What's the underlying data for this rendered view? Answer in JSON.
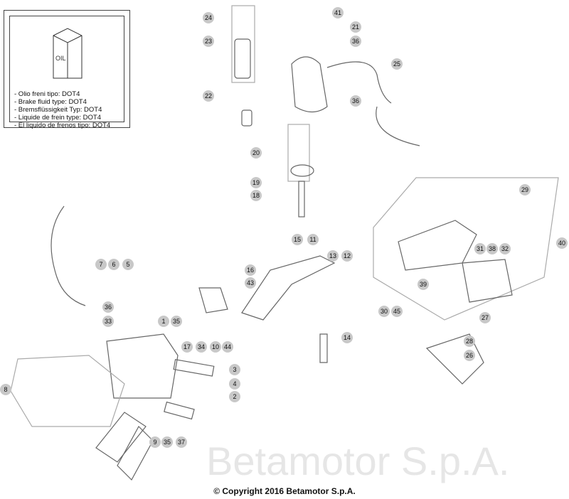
{
  "info_box": {
    "can_label": "OIL",
    "lines": [
      "- Olio freni tipo: DOT4",
      "- Brake fluid type: DOT4",
      "- Bremsflüssigkeit Typ: DOT4",
      "- Liquide de frein type: DOT4",
      "- El liquido de frenos tipo: DOT4"
    ]
  },
  "watermark": "Betamotor S.p.A.",
  "callouts": [
    "24",
    "23",
    "41",
    "21",
    "36",
    "25",
    "36",
    "22",
    "20",
    "19",
    "18",
    "15",
    "11",
    "13",
    "12",
    "16",
    "43",
    "7",
    "6",
    "5",
    "36",
    "33",
    "1",
    "35",
    "17",
    "34",
    "10",
    "44",
    "14",
    "3",
    "4",
    "2",
    "8",
    "9",
    "35",
    "37",
    "29",
    "40",
    "31",
    "38",
    "32",
    "39",
    "30",
    "45",
    "27",
    "28",
    "26"
  ],
  "copyright": "© Copyright 2016 Betamotor S.p.A.",
  "colors": {
    "callout_fill": "#c8c8c8",
    "line": "#555555",
    "part": "#888888"
  }
}
